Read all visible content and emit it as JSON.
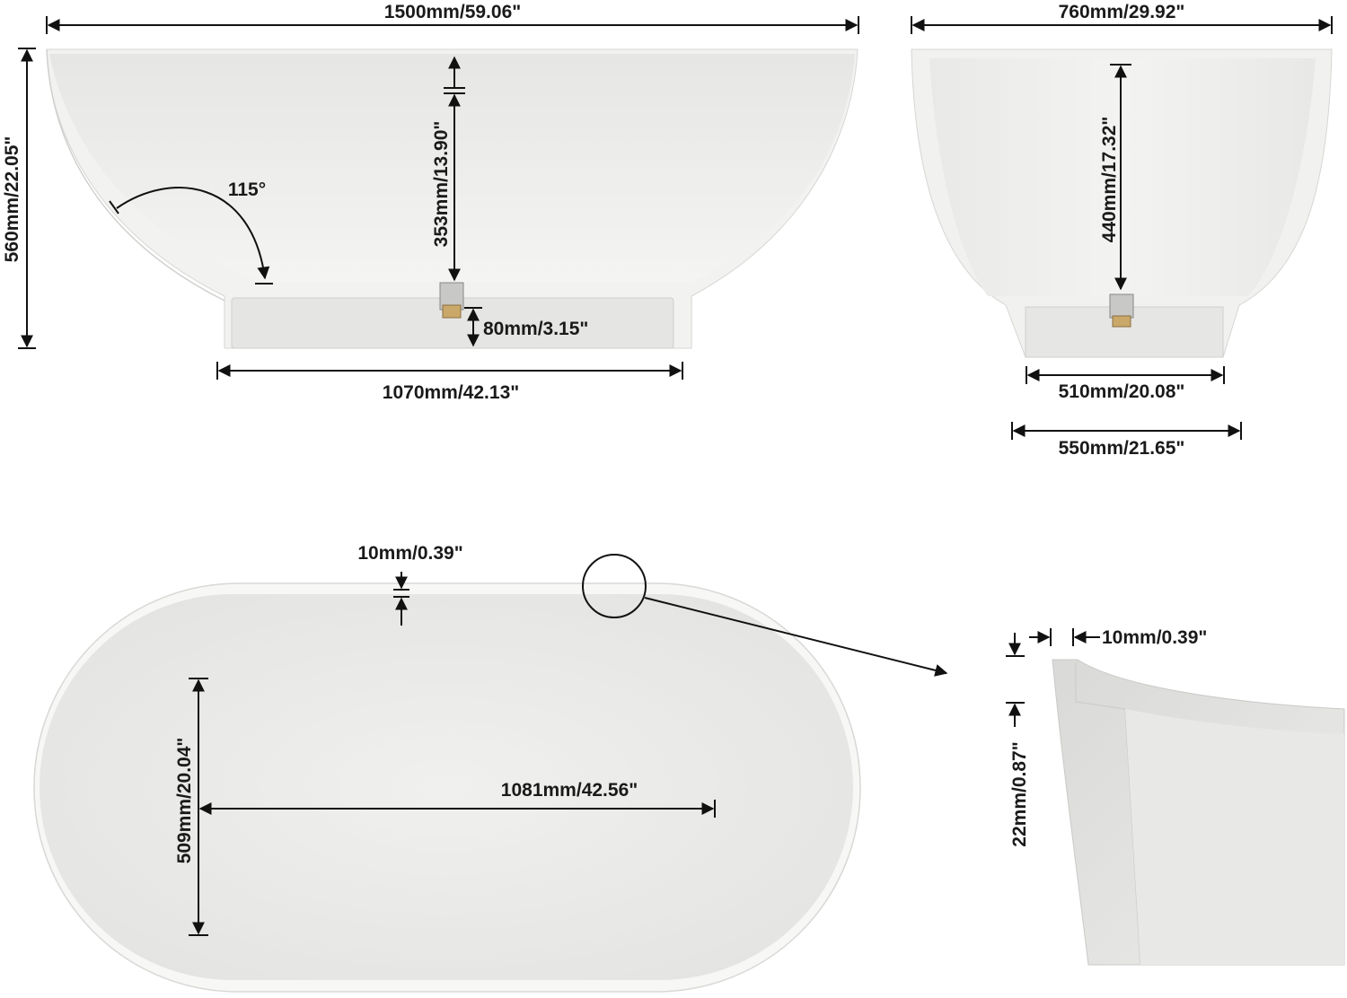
{
  "front_view": {
    "overall_length": "1500mm/59.06\"",
    "overall_height": "560mm/22.05\"",
    "inner_depth": "353mm/13.90\"",
    "backrest_angle": "115°",
    "base_height": "80mm/3.15\"",
    "base_length": "1070mm/42.13\""
  },
  "side_view": {
    "overall_width": "760mm/29.92\"",
    "inner_depth": "440mm/17.32\"",
    "base_width_inner": "510mm/20.08\"",
    "base_width_outer": "550mm/21.65\""
  },
  "top_view": {
    "rim_width": "10mm/0.39\"",
    "inner_width": "509mm/20.04\"",
    "inner_length": "1081mm/42.56\""
  },
  "detail_view": {
    "wall_thickness": "10mm/0.39\"",
    "rim_height": "22mm/0.87\""
  }
}
